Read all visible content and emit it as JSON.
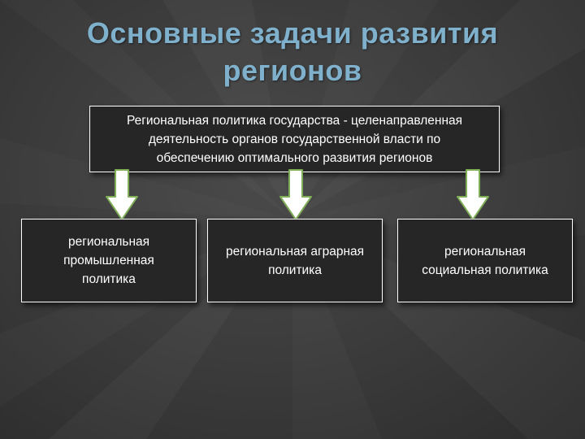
{
  "title": {
    "line1": "Основные задачи развития",
    "line2": "регионов"
  },
  "top_box": {
    "line1": "Региональная политика государства - целенаправленная",
    "line2": "деятельность органов государственной власти по",
    "line3": "обеспечению оптимального развития регионов"
  },
  "boxes": [
    {
      "lines": [
        "региональная",
        "промышленная",
        "политика"
      ]
    },
    {
      "lines": [
        "региональная аграрная",
        "политика"
      ]
    },
    {
      "lines": [
        "региональная",
        "социальная политика"
      ]
    }
  ],
  "colors": {
    "background": "#3c3c3c",
    "title": "#7fb0cc",
    "box_fill": "#262626",
    "box_border": "#ffffff",
    "arrow_fill": "#ffffff",
    "arrow_edge": "#7fae57"
  },
  "icons": {
    "arrow": "arrow-down-icon"
  }
}
